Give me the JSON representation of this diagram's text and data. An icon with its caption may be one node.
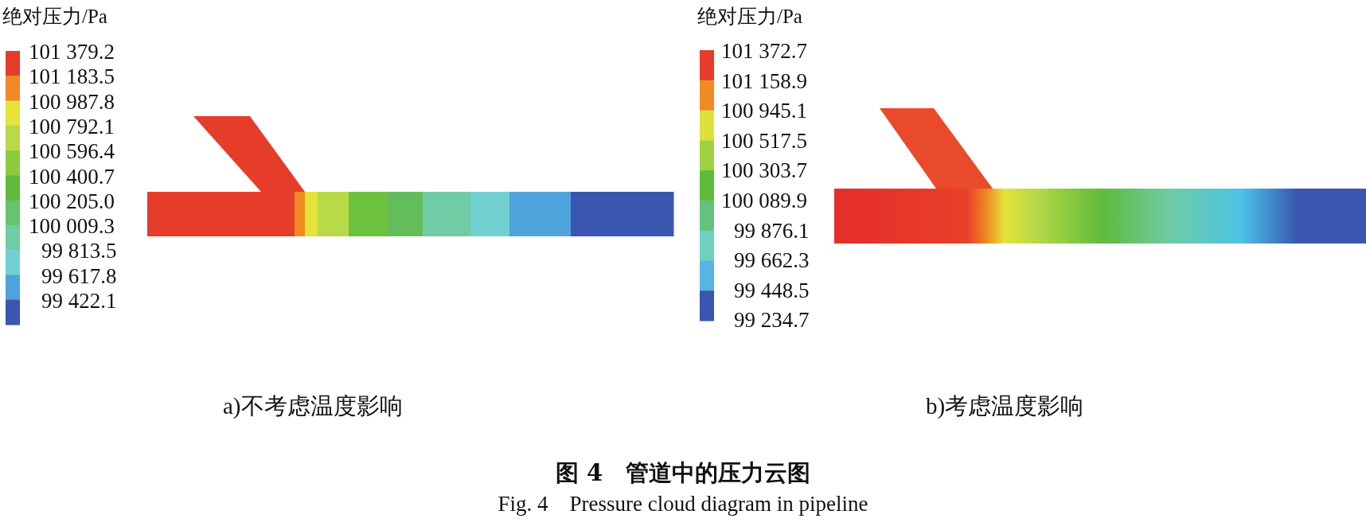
{
  "diagram": {
    "caption": "图 4　管道中的压力云图",
    "labels": [
      "绝对压力/Pa",
      "101 379.2",
      "101 183.5",
      "100 987.8",
      "100 792.1",
      "100 596.4",
      "100 400.7",
      "100 205.0",
      "100 009.3",
      "99 813.5",
      "99 617.8",
      "99 422.1",
      "绝对压力/Pa",
      "101 372.7",
      "101 158.9",
      "100 945.1",
      "100 517.5",
      "100 303.7",
      "100 089.9",
      "99 876.1",
      "99 662.3",
      "99 448.5",
      "99 234.7",
      "a)不考虑温度影响",
      "b)考虑温度影响",
      "Fig. 4　Pressure cloud diagram in pipeline"
    ]
  }
}
